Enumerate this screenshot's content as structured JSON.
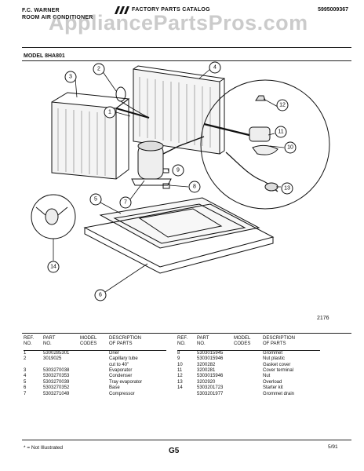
{
  "header": {
    "brand_lines": [
      "F.C. WARNER",
      "ROOM AIR CONDITIONER"
    ],
    "catalog_title": "FACTORY PARTS CATALOG",
    "catalog_number": "5995009367",
    "watermark": "AppliancePartsPros.com"
  },
  "model_label": "MODEL 8HA801",
  "figure_number": "2176",
  "callouts": [
    "1",
    "2",
    "3",
    "4",
    "5",
    "6",
    "7",
    "8",
    "9",
    "10",
    "11",
    "12",
    "13",
    "14"
  ],
  "table_headers": {
    "ref_no": [
      "REF.",
      "NO."
    ],
    "part_no": [
      "PART",
      "NO."
    ],
    "model_codes": [
      "MODEL",
      "CODES"
    ],
    "description": [
      "DESCRIPTION",
      "OF PARTS"
    ]
  },
  "parts_left": [
    {
      "ref": "1",
      "part": "5300285301",
      "codes": "",
      "desc": "Drier"
    },
    {
      "ref": "2",
      "part": "3019025",
      "codes": "",
      "desc": "Capillary tube"
    },
    {
      "ref": "",
      "part": "",
      "codes": "",
      "desc": "cut to 40\""
    },
    {
      "ref": "3",
      "part": "5303270038",
      "codes": "",
      "desc": "Evaporator"
    },
    {
      "ref": "4",
      "part": "5303270353",
      "codes": "",
      "desc": "Condenser"
    },
    {
      "ref": "5",
      "part": "5303270039",
      "codes": "",
      "desc": "Tray evaporator"
    },
    {
      "ref": "6",
      "part": "5303270352",
      "codes": "",
      "desc": "Base"
    },
    {
      "ref": "7",
      "part": "5303271049",
      "codes": "",
      "desc": "Compressor"
    }
  ],
  "parts_right": [
    {
      "ref": "8",
      "part": "5303015945",
      "codes": "",
      "desc": "Grommet"
    },
    {
      "ref": "9",
      "part": "5303015946",
      "codes": "",
      "desc": "Nut plastic"
    },
    {
      "ref": "10",
      "part": "3200282",
      "codes": "",
      "desc": "Gasket cover"
    },
    {
      "ref": "11",
      "part": "3200281",
      "codes": "",
      "desc": "Cover terminal"
    },
    {
      "ref": "12",
      "part": "5303015946",
      "codes": "",
      "desc": "Nut"
    },
    {
      "ref": "13",
      "part": "3202920",
      "codes": "",
      "desc": "Overload"
    },
    {
      "ref": "14",
      "part": "5303201723",
      "codes": "",
      "desc": "Starter kit"
    },
    {
      "ref": "",
      "part": "5303201977",
      "codes": "",
      "desc": "Grommet drain"
    }
  ],
  "footer": {
    "note": "* = Not Illustrated",
    "page": "G5",
    "date": "5/91"
  }
}
